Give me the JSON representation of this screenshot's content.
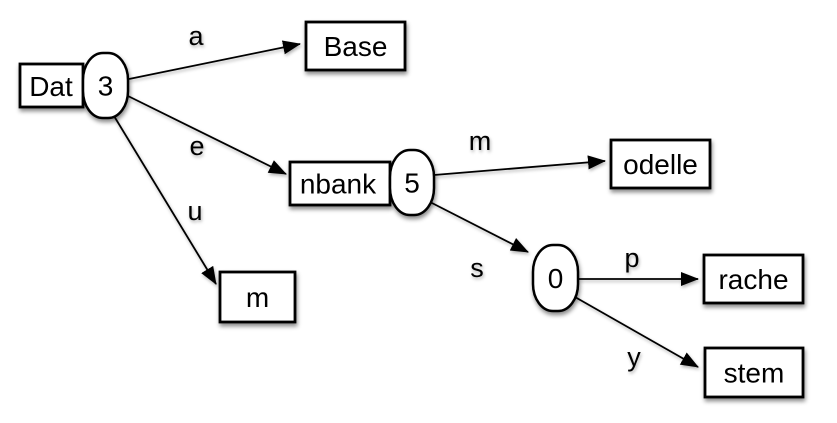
{
  "diagram_type": "patricia-trie",
  "colors": {
    "background": "#ffffff",
    "node_fill": "#ffffff",
    "stroke": "#000000"
  },
  "boxes": {
    "dat": {
      "label": "Dat"
    },
    "base": {
      "label": "Base"
    },
    "nbank": {
      "label": "nbank"
    },
    "m": {
      "label": "m"
    },
    "odelle": {
      "label": "odelle"
    },
    "rache": {
      "label": "rache"
    },
    "stem": {
      "label": "stem"
    }
  },
  "ovals": {
    "n3": {
      "value": "3"
    },
    "n5": {
      "value": "5"
    },
    "n0": {
      "value": "0"
    }
  },
  "edge_labels": {
    "a": "a",
    "e": "e",
    "u": "u",
    "m": "m",
    "s": "s",
    "p": "p",
    "y": "y"
  }
}
